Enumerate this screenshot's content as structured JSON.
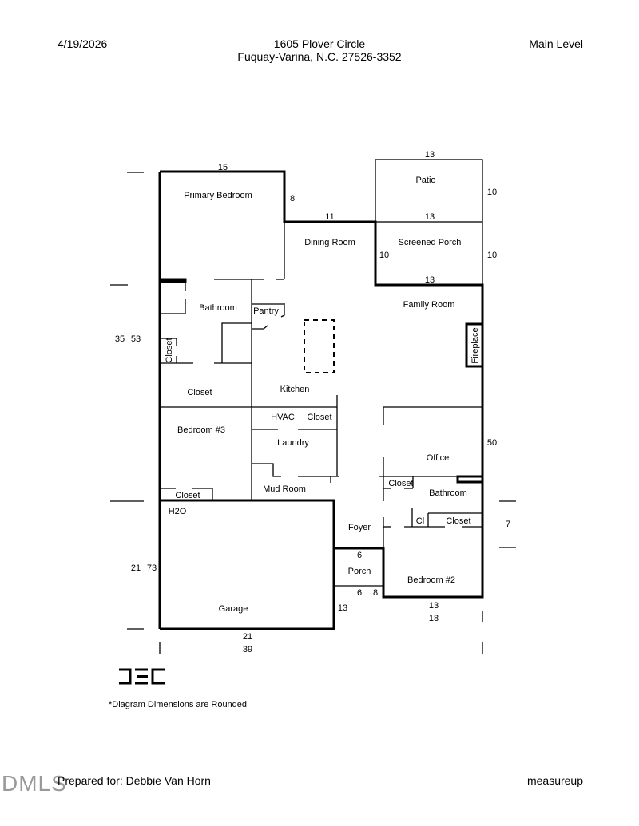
{
  "header": {
    "date": "4/19/2026",
    "address_line1": "1605 Plover Circle",
    "address_line2": "Fuquay-Varina, N.C. 27526-3352",
    "level": "Main Level"
  },
  "rooms": {
    "primary_bedroom": "Primary Bedroom",
    "dining_room": "Dining Room",
    "patio": "Patio",
    "screened_porch": "Screened Porch",
    "bathroom1": "Bathroom",
    "pantry": "Pantry",
    "family_room": "Family Room",
    "closet_v": "Closet",
    "fireplace": "Fireplace",
    "closet1": "Closet",
    "kitchen": "Kitchen",
    "hvac": "HVAC",
    "closet2": "Closet",
    "bedroom3": "Bedroom #3",
    "laundry": "Laundry",
    "office": "Office",
    "closet3": "Closet",
    "bathroom2": "Bathroom",
    "closet4": "Closet",
    "mud_room": "Mud Room",
    "h2o": "H2O",
    "cl": "Cl",
    "closet5": "Closet",
    "foyer": "Foyer",
    "porch": "Porch",
    "bedroom2": "Bedroom #2",
    "garage": "Garage"
  },
  "dimensions": {
    "d15": "15",
    "d8": "8",
    "d11": "11",
    "patio_top": "13",
    "patio_right": "10",
    "sp_top": "13",
    "sp_left": "10",
    "sp_right": "10",
    "sp_bottom": "13",
    "d35": "35",
    "d53": "53",
    "d50": "50",
    "d7": "7",
    "d21a": "21",
    "d73": "73",
    "porch_top": "6",
    "porch_bottom": "6",
    "d8b": "8",
    "d13g": "13",
    "d13b": "13",
    "d18": "18",
    "d21b": "21",
    "d39": "39"
  },
  "logo_text": "DEC",
  "note": "*Diagram Dimensions are Rounded",
  "footer": {
    "prepared_for": "Prepared for: Debbie Van Horn",
    "brand": "measureup",
    "watermark": "DMLS"
  }
}
